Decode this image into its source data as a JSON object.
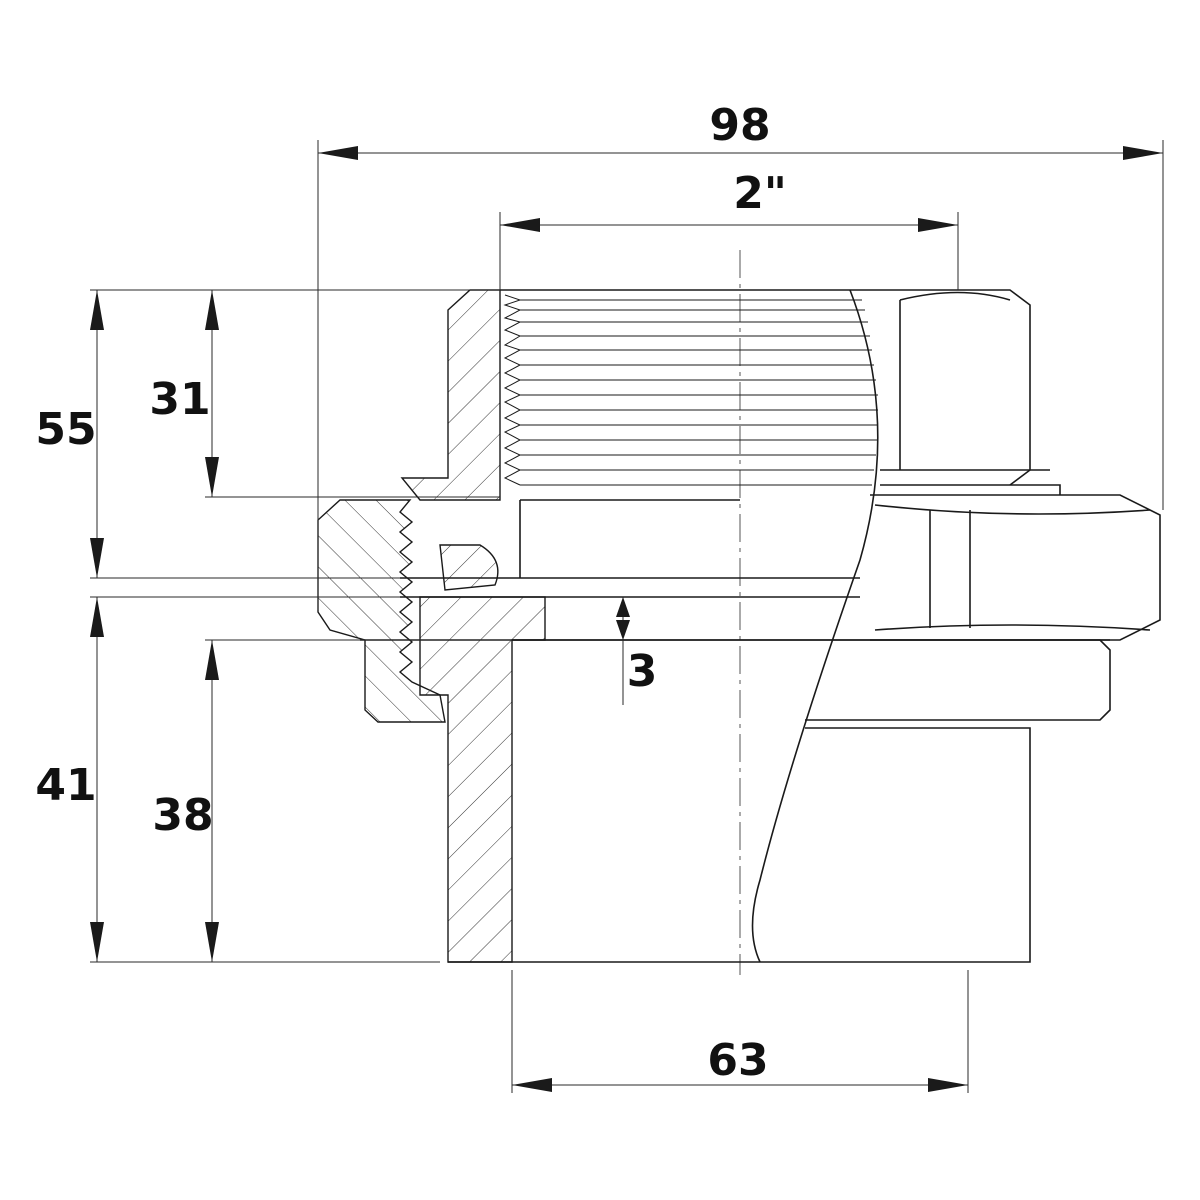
{
  "drawing": {
    "dimensions": {
      "overall_width": "98",
      "thread_size": "2\"",
      "upper_height": "31",
      "total_upper_height": "55",
      "lower_height": "41",
      "socket_depth": "38",
      "gap": "3",
      "socket_diameter": "63"
    }
  }
}
